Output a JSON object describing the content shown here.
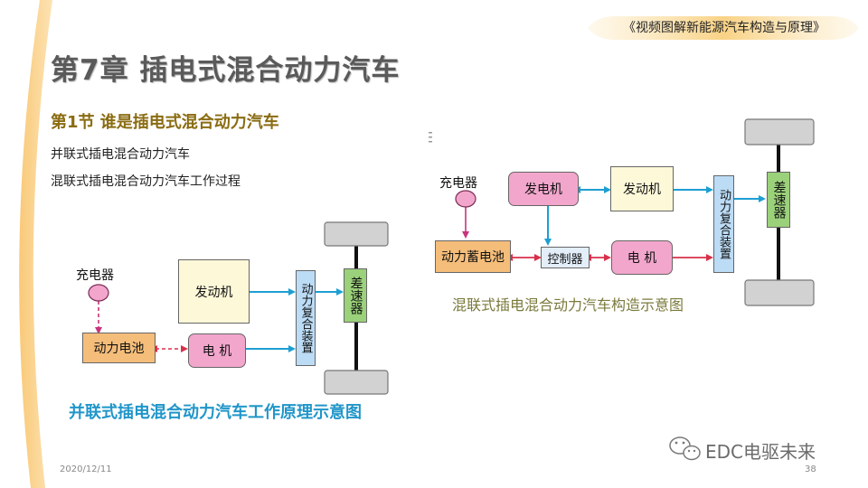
{
  "header": {
    "book_title": "《视频图解新能源汽车构造与原理》",
    "chapter_title": "第7章   插电式混合动力汽车",
    "section_title": "第1节  谁是插电式混合动力汽车"
  },
  "bullets": [
    "并联式插电混合动力汽车",
    "混联式插电混合动力汽车工作过程"
  ],
  "diagram_parallel": {
    "charger": "充电器",
    "engine": "发动机",
    "battery": "动力电池",
    "motor": "电  机",
    "coupler": "动力复合装置",
    "differential": "差速器",
    "caption": "并联式插电混合动力汽车工作原理示意图"
  },
  "diagram_series_parallel": {
    "charger": "充电器",
    "generator": "发电机",
    "engine": "发动机",
    "battery": "动力蓄电池",
    "controller": "控制器",
    "motor": "电  机",
    "coupler": "动力复合装置",
    "differential": "差速器",
    "caption": "混联式插电混合动力汽车构造示意图"
  },
  "footer": {
    "date": "2020/12/11",
    "page": "38",
    "brand": "EDC电驱未来"
  },
  "colors": {
    "engine_fill": "#fdf8d8",
    "battery_fill": "#f5bd7a",
    "motor_fill": "#f2a6cc",
    "coupler_fill": "#bcdcf6",
    "differential_fill": "#9bd17a",
    "controller_fill": "#e3eef9",
    "wheel_fill": "#d2d2d2",
    "flow_blue": "#1d9fd2",
    "flow_red": "#d8304b",
    "flow_pink": "#c8347c"
  }
}
